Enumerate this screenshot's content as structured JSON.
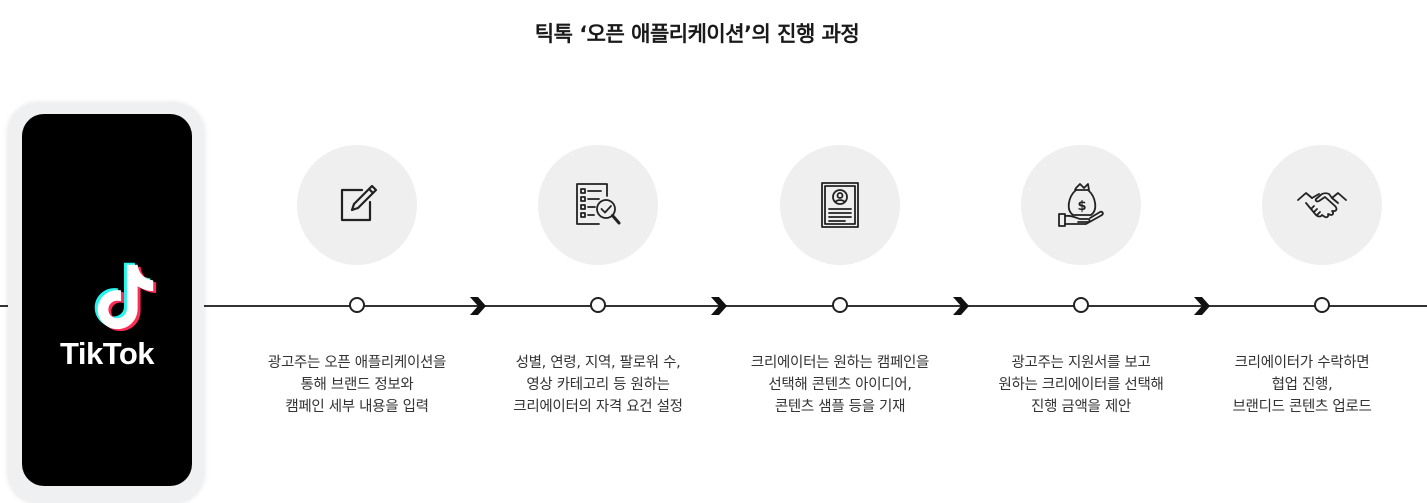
{
  "title": "틱톡 ‘오픈 애플리케이션’의 진행 과정",
  "phone": {
    "brand_text": "TikTok",
    "logo_icon": "tiktok-note-logo"
  },
  "steps": [
    {
      "icon": "edit-form-icon",
      "lines": [
        "광고주는 오픈 애플리케이션을",
        "통해 브랜드 정보와",
        "캠페인 세부 내용을 입력"
      ]
    },
    {
      "icon": "checklist-search-icon",
      "lines": [
        "성별, 연령, 지역, 팔로워 수,",
        "영상 카테고리 등 원하는",
        "크리에이터의 자격 요건 설정"
      ]
    },
    {
      "icon": "profile-document-icon",
      "lines": [
        "크리에이터는 원하는 캠페인을",
        "선택해 콘텐츠 아이디어,",
        "콘텐츠 샘플 등을 기재"
      ]
    },
    {
      "icon": "money-bag-hand-icon",
      "lines": [
        "광고주는 지원서를 보고",
        "원하는 크리에이터를 선택해",
        "진행 금액을 제안"
      ]
    },
    {
      "icon": "handshake-icon",
      "lines": [
        "크리에이터가 수락하면",
        "협업 진행,",
        "브랜디드 콘텐츠 업로드"
      ]
    }
  ],
  "colors": {
    "circle_bg": "#efefef",
    "line": "#333333",
    "phone_screen": "#000000",
    "tiktok_cyan": "#25f4ee",
    "tiktok_red": "#fe2c55"
  }
}
